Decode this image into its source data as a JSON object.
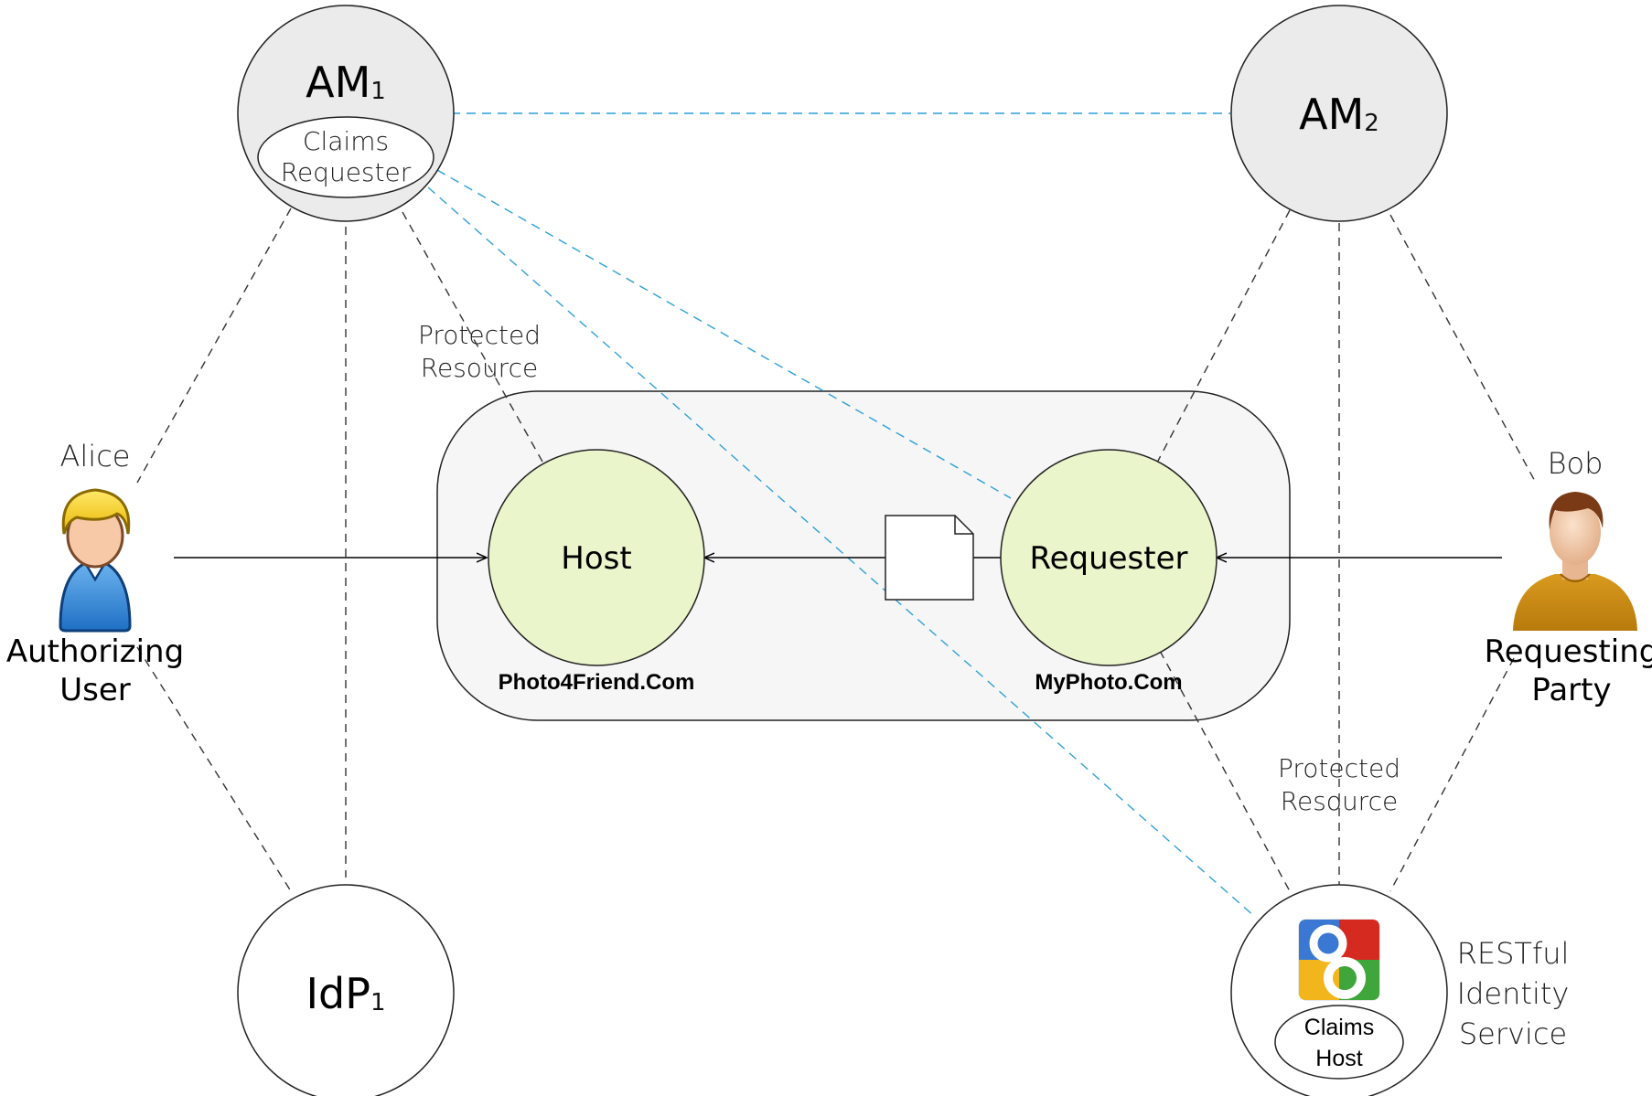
{
  "nodes": {
    "am1": {
      "label": "AM",
      "sub": "1",
      "inner": [
        "Claims",
        "Requester"
      ]
    },
    "am2": {
      "label": "AM",
      "sub": "2"
    },
    "idp1": {
      "label": "IdP",
      "sub": "1"
    },
    "host": {
      "label": "Host",
      "domain": "Photo4Friend.Com"
    },
    "requester": {
      "label": "Requester",
      "domain": "MyPhoto.Com"
    },
    "identity_service": {
      "inner": [
        "Claims",
        "Host"
      ],
      "caption": [
        "RESTful",
        "Identity",
        "Service"
      ]
    }
  },
  "people": {
    "alice": {
      "name": "Alice",
      "role": [
        "Authorizing",
        "User"
      ]
    },
    "bob": {
      "name": "Bob",
      "role": [
        "Requesting",
        "Party"
      ]
    }
  },
  "annotations": {
    "protected_resource_top": [
      "Protected",
      "Resource"
    ],
    "protected_resource_bottom": [
      "Protected",
      "Resource"
    ]
  },
  "colors": {
    "node_fill": "#ebebeb",
    "app_fill": "#eaf5cc",
    "container_fill": "#f6f6f6",
    "black_link": "#333333",
    "blue_link": "#2a9fd8"
  }
}
